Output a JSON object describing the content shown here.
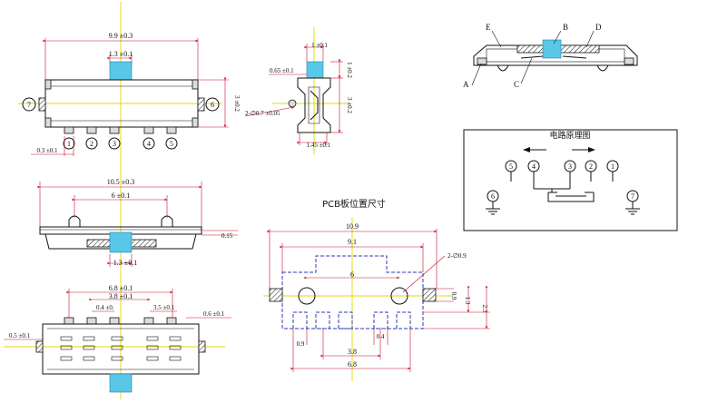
{
  "front_view": {
    "overall_width": "9.9 ±0.3",
    "knob_width": "1.3 ±0.1",
    "height": "3 ±0.2",
    "pin_width": "0.3 ±0.1",
    "pin_labels": [
      "1",
      "2",
      "3",
      "4",
      "5"
    ],
    "side_labels": [
      "7",
      "6"
    ]
  },
  "side_view": {
    "top_width": "1 ±0.1",
    "knob_height": "1 ±0.2",
    "stroke_gap": "0.65 ±0.1",
    "body_height": "3 ±0.2",
    "hole": "2-∅0.7 ±0.05",
    "bottom_width": "1.45 ±0.1"
  },
  "top_view": {
    "overall_width": "10.5 ±0.3",
    "post_pitch": "6 ±0.1",
    "thickness": "0.15",
    "knob_width": "1.3 ±0.1"
  },
  "bottom_view": {
    "outer_pitch": "6.8 ±0.1",
    "inner_pitch": "3.8 ±0.1",
    "pin_pitch_left": "0.4 ±0.",
    "pin_pitch_right": "3.5 ±0.1",
    "tab_width": "0.6 ±0.1",
    "side_width": "0.5 ±0.1"
  },
  "cross_section": {
    "labels": [
      "E",
      "B",
      "D",
      "A",
      "C"
    ]
  },
  "circuit": {
    "title": "电路原理图",
    "pins": [
      "5",
      "4",
      "3",
      "2",
      "1"
    ],
    "grounds": [
      "6",
      "7"
    ]
  },
  "pcb": {
    "title": "PCB板位置尺寸",
    "overall": "10.9",
    "inner": "9.1",
    "post_pitch": "6",
    "hole": "2-∅0.9",
    "pad_a": "0.9",
    "pad_b": "1.3",
    "pad_c": "2.3",
    "pad_width": "0.9",
    "pad_small": "0.4",
    "pitch": "3.8",
    "outer_pitch": "6.8"
  }
}
